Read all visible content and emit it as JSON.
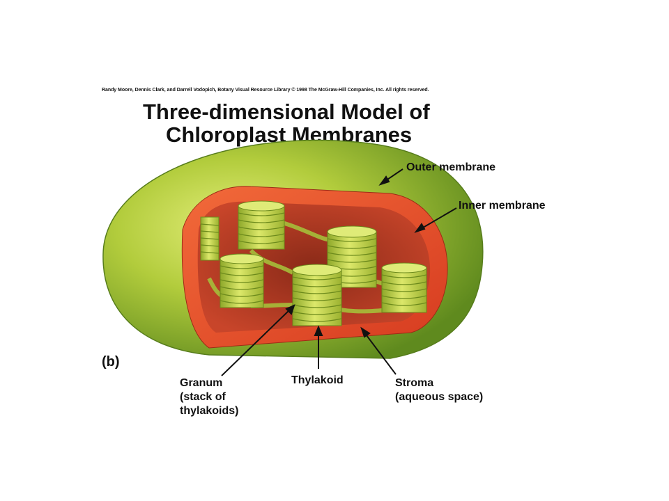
{
  "credit": "Randy Moore, Dennis Clark, and Darrell Vodopich, Botany Visual Resource Library © 1998 The McGraw-Hill Companies, Inc. All rights reserved.",
  "title": {
    "line1": "Three-dimensional Model of",
    "line2": "Chloroplast Membranes"
  },
  "panel_letter": "(b)",
  "labels": {
    "outer_membrane": "Outer membrane",
    "inner_membrane": "Inner membrane",
    "granum": [
      "Granum",
      "(stack of",
      "thylakoids)"
    ],
    "thylakoid": "Thylakoid",
    "stroma": [
      "Stroma",
      "(aqueous space)"
    ]
  },
  "colors": {
    "outer_membrane": "#a6c33a",
    "inner_membrane": "#e8502c",
    "stroma": "#c93a22",
    "thylakoid": "#c8d84a",
    "arrow": "#111111"
  }
}
